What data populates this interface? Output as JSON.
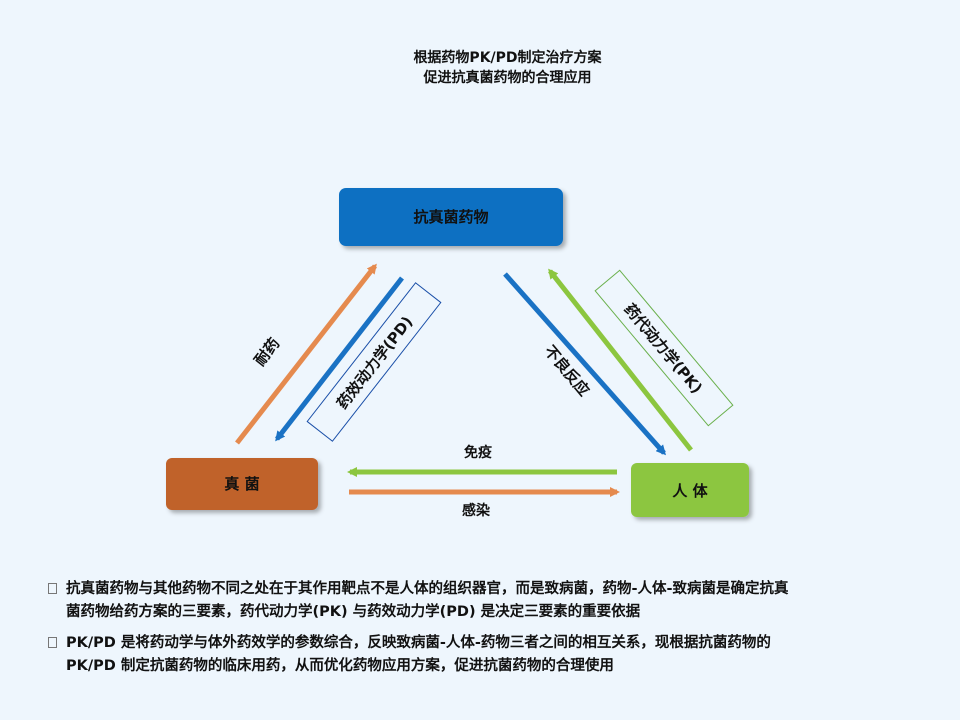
{
  "title": {
    "line1": "根据药物PK/PD制定治疗方案",
    "line2": "促进抗真菌药物的合理应用"
  },
  "nodes": {
    "drug": "抗真菌药物",
    "fungus": "真 菌",
    "human": "人 体"
  },
  "edges": {
    "resistance": "耐药",
    "pharmacodynamics": "药效动力学(PD)",
    "adverse_reaction": "不良反应",
    "pharmacokinetics": "药代动力学(PK)",
    "immunity": "免疫",
    "infection": "感染"
  },
  "bullets": [
    {
      "line1": "抗真菌药物与其他药物不同之处在于其作用靶点不是人体的组织器官，而是致病菌，药物-人体-致病菌是确定抗真",
      "line2": "菌药物给药方案的三要素，药代动力学(PK) 与药效动力学(PD) 是决定三要素的重要依据"
    },
    {
      "line1": "PK/PD 是将药动学与体外药效学的参数综合，反映致病菌-人体-药物三者之间的相互关系，现根据抗菌药物的",
      "line2": "PK/PD 制定抗菌药物的临床用药，从而优化药物应用方案，促进抗菌药物的合理使用"
    }
  ],
  "colors": {
    "drug_box": "#0a6fc2",
    "fungus_box": "#c0622a",
    "human_box": "#8cc63f",
    "orange_arrow": "#e58a4e",
    "blue_arrow": "#1a72c4",
    "green_arrow": "#8cc63f",
    "pd_label_border": "#1a4fa8",
    "pk_label_border": "#6ab04c"
  }
}
